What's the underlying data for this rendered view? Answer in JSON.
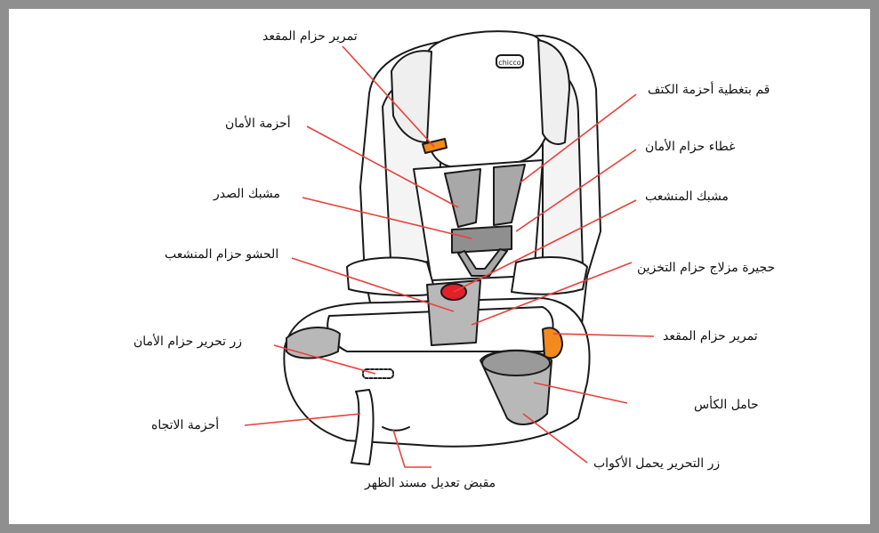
{
  "colors": {
    "frame": "#8f8f8f",
    "leader_line": "#e8413c",
    "orange_part": "#f28a1e",
    "red_buckle": "#e3202a",
    "gray_part": "#b8b8b8",
    "dark_gray_part": "#9a9a9a"
  },
  "brand_logo_text": "chicco",
  "labels": {
    "seat_belt_guide_top": "تمرير حزام المقعد",
    "harness": "أحزمة الأمان",
    "chest_clip": "مشبك الصدر",
    "crotch_pad": "الحشو حزام المنشعب",
    "harness_release_button": "زر تحرير حزام الأمان",
    "direction_strap": "أحزمة الاتجاه",
    "recline_handle": "مقبض تعديل مسند الظهر",
    "shoulder_pads": "قم بتغطية أحزمة الكتف",
    "harness_cover": "غطاء حزام الأمان",
    "crotch_buckle": "مشبك المنشعب",
    "buckle_storage": "حجيرة مزلاج حزام التخزين",
    "seat_belt_guide_side": "تمرير حزام المقعد",
    "cup_holder": "حامل الكأس",
    "cup_holder_release": "زر التحرير يحمل الأكواب"
  }
}
